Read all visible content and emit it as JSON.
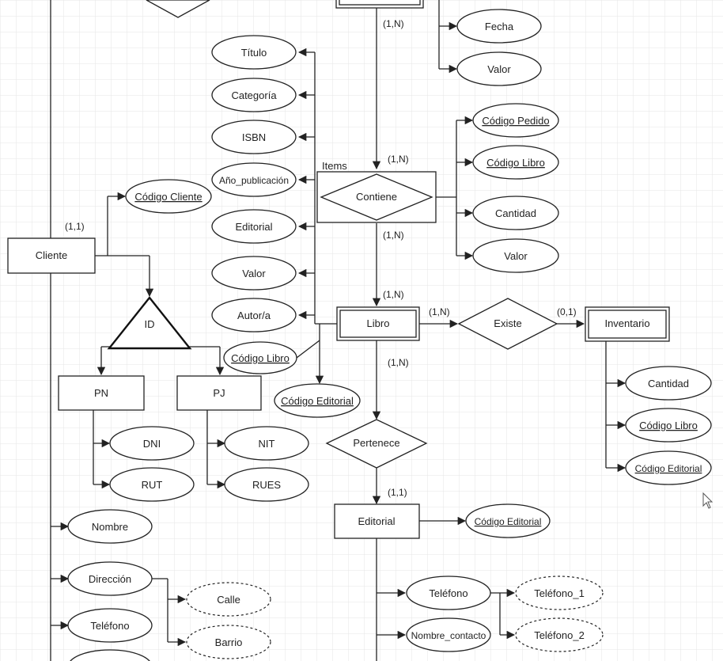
{
  "colors": {
    "grid": "#e6e6e6",
    "stroke": "#222222",
    "background": "#ffffff"
  },
  "entities": {
    "cliente": "Cliente",
    "libro": "Libro",
    "inventario": "Inventario",
    "editorial": "Editorial",
    "pn": "PN",
    "pj": "PJ"
  },
  "relationships": {
    "contiene": "Contiene",
    "contiene_label": "Items",
    "existe": "Existe",
    "pertenece": "Pertenece",
    "id": "ID"
  },
  "attributes": {
    "fecha": "Fecha",
    "valor_top": "Valor",
    "titulo": "Título",
    "categoria": "Categoría",
    "isbn": "ISBN",
    "anio": "Año_publicación",
    "editorial": "Editorial",
    "valor_libro": "Valor",
    "autor": "Autor/a",
    "codigo_libro_libro": "Código Libro",
    "codigo_editorial_libro": "Código Editorial",
    "codigo_pedido": "Código Pedido",
    "codigo_libro_items": "Código Libro",
    "cantidad_items": "Cantidad",
    "valor_items": "Valor",
    "codigo_cliente": "Código Cliente",
    "dni": "DNI",
    "rut": "RUT",
    "nit": "NIT",
    "rues": "RUES",
    "cantidad_inv": "Cantidad",
    "codigo_libro_inv": "Código Libro",
    "codigo_editorial_inv": "Código Editorial",
    "codigo_editorial_ed": "Código Editorial",
    "nombre": "Nombre",
    "direccion": "Dirección",
    "calle": "Calle",
    "barrio": "Barrio",
    "telefono_cliente": "Teléfono",
    "telefono_ed": "Teléfono",
    "telefono_1": "Teléfono_1",
    "telefono_2": "Teléfono_2",
    "nombre_contacto": "Nombre_contacto"
  },
  "cardinalities": {
    "c_top": "(1,N)",
    "c_contiene_in": "(1,N)",
    "c_contiene_out": "(1,N)",
    "c_libro_in": "(1,N)",
    "c_libro_existe": "(1,N)",
    "c_existe_inv": "(0,1)",
    "c_libro_pertenece": "(1,N)",
    "c_pertenece_ed": "(1,1)",
    "c_cliente": "(1,1)"
  }
}
